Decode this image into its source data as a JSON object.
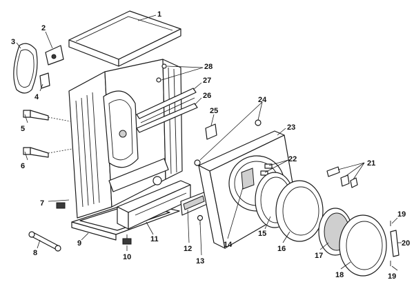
{
  "diagram": {
    "labels": [
      {
        "id": "1",
        "text": "1"
      },
      {
        "id": "2",
        "text": "2"
      },
      {
        "id": "3",
        "text": "3"
      },
      {
        "id": "4",
        "text": "4"
      },
      {
        "id": "5",
        "text": "5"
      },
      {
        "id": "6",
        "text": "6"
      },
      {
        "id": "7",
        "text": "7"
      },
      {
        "id": "8",
        "text": "8"
      },
      {
        "id": "9",
        "text": "9"
      },
      {
        "id": "10",
        "text": "10"
      },
      {
        "id": "11",
        "text": "11"
      },
      {
        "id": "12",
        "text": "12"
      },
      {
        "id": "13",
        "text": "13"
      },
      {
        "id": "14",
        "text": "14"
      },
      {
        "id": "15",
        "text": "15"
      },
      {
        "id": "16",
        "text": "16"
      },
      {
        "id": "17",
        "text": "17"
      },
      {
        "id": "18",
        "text": "18"
      },
      {
        "id": "19a",
        "text": "19"
      },
      {
        "id": "19b",
        "text": "19"
      },
      {
        "id": "20",
        "text": "20"
      },
      {
        "id": "21",
        "text": "21"
      },
      {
        "id": "22",
        "text": "22"
      },
      {
        "id": "23",
        "text": "23"
      },
      {
        "id": "24",
        "text": "24"
      },
      {
        "id": "25",
        "text": "25"
      },
      {
        "id": "26",
        "text": "26"
      },
      {
        "id": "27",
        "text": "27"
      },
      {
        "id": "28",
        "text": "28"
      }
    ]
  }
}
